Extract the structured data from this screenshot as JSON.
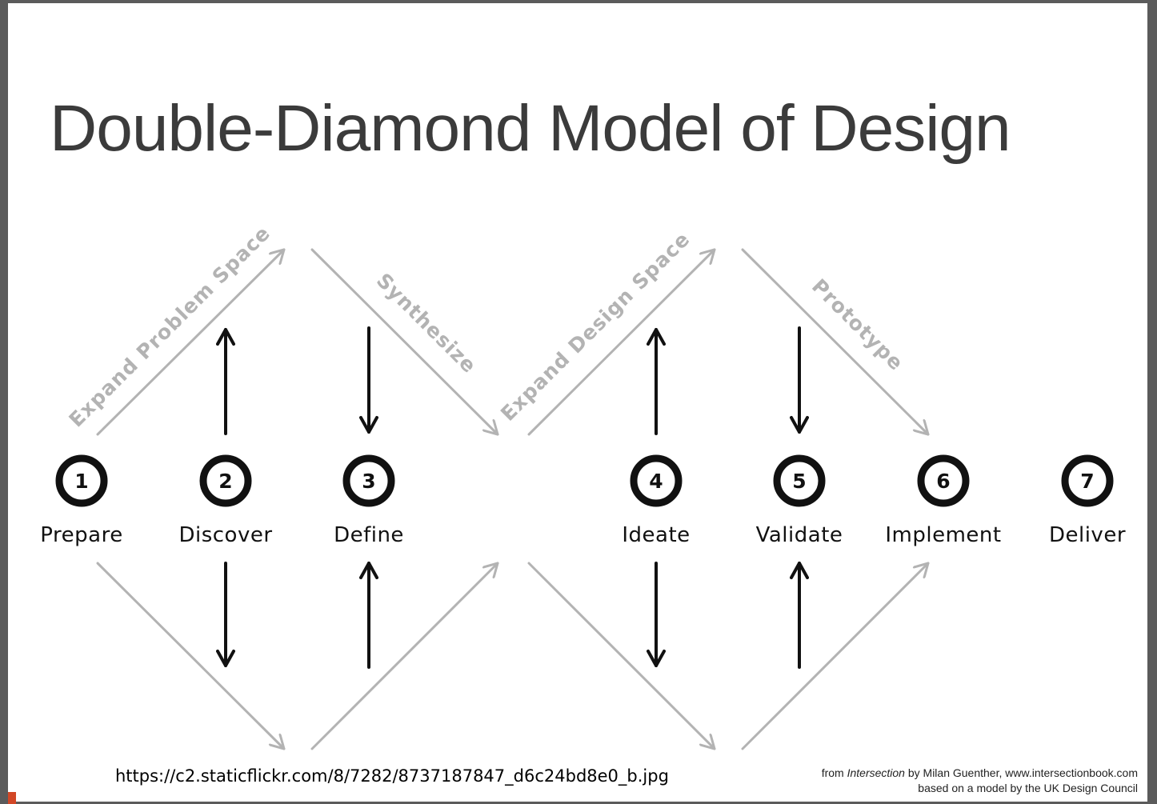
{
  "slide": {
    "title": "Double-Diamond Model of Design"
  },
  "diagram": {
    "phases": [
      "Expand Problem Space",
      "Synthesize",
      "Expand Design Space",
      "Prototype"
    ],
    "steps": [
      {
        "num": "1",
        "label": "Prepare"
      },
      {
        "num": "2",
        "label": "Discover"
      },
      {
        "num": "3",
        "label": "Define"
      },
      {
        "num": "4",
        "label": "Ideate"
      },
      {
        "num": "5",
        "label": "Validate"
      },
      {
        "num": "6",
        "label": "Implement"
      },
      {
        "num": "7",
        "label": "Deliver"
      }
    ],
    "colors": {
      "outline": "#b3b3b3",
      "ink": "#111111"
    }
  },
  "footer": {
    "url": "https://c2.staticflickr.com/8/7282/8737187847_d6c24bd8e0_b.jpg",
    "credit_from": "from ",
    "credit_book": "Intersection",
    "credit_rest": " by Milan Guenther, www.intersectionbook.com",
    "credit_line2": "based on a model by the UK Design Council"
  }
}
